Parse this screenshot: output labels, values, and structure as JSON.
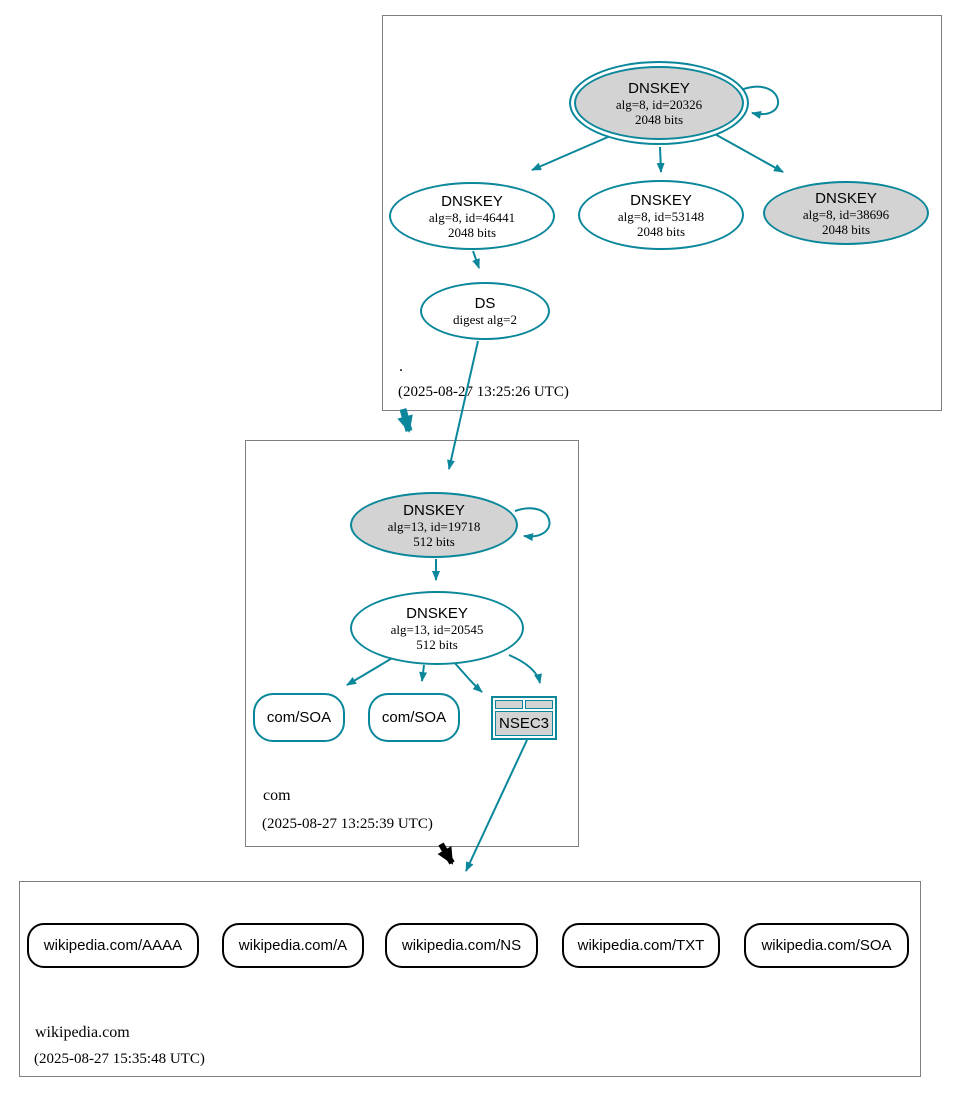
{
  "colors": {
    "teal": "#0a879a",
    "grayfill": "#d3d3d3",
    "boxborder": "#7f7f7f",
    "black": "#000000"
  },
  "zones": {
    "root": {
      "label": ".",
      "timestamp": "(2025-08-27 13:25:26 UTC)",
      "nodes": {
        "ksk": {
          "title": "DNSKEY",
          "line1": "alg=8, id=20326",
          "line2": "2048 bits"
        },
        "zsk1": {
          "title": "DNSKEY",
          "line1": "alg=8, id=46441",
          "line2": "2048 bits"
        },
        "zsk2": {
          "title": "DNSKEY",
          "line1": "alg=8, id=53148",
          "line2": "2048 bits"
        },
        "ksk2": {
          "title": "DNSKEY",
          "line1": "alg=8, id=38696",
          "line2": "2048 bits"
        },
        "ds": {
          "title": "DS",
          "line1": "digest alg=2"
        }
      }
    },
    "com": {
      "label": "com",
      "timestamp": "(2025-08-27 13:25:39 UTC)",
      "nodes": {
        "ksk": {
          "title": "DNSKEY",
          "line1": "alg=13, id=19718",
          "line2": "512 bits"
        },
        "zsk": {
          "title": "DNSKEY",
          "line1": "alg=13, id=20545",
          "line2": "512 bits"
        },
        "soa1": {
          "label": "com/SOA"
        },
        "soa2": {
          "label": "com/SOA"
        },
        "nsec3": {
          "label": "NSEC3"
        }
      }
    },
    "wikipedia": {
      "label": "wikipedia.com",
      "timestamp": "(2025-08-27 15:35:48 UTC)",
      "rrsets": [
        {
          "label": "wikipedia.com/AAAA"
        },
        {
          "label": "wikipedia.com/A"
        },
        {
          "label": "wikipedia.com/NS"
        },
        {
          "label": "wikipedia.com/TXT"
        },
        {
          "label": "wikipedia.com/SOA"
        }
      ]
    }
  }
}
